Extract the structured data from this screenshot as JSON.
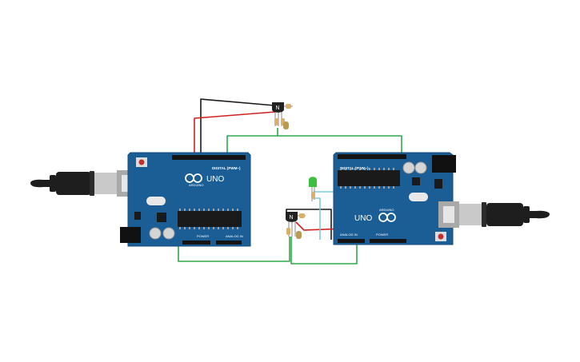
{
  "board_left": {
    "brand": "UNO",
    "model": "ARDUINO",
    "header_digital": "DIGITAL (PWM~)",
    "header_power": "POWER",
    "header_analog": "ANALOG IN"
  },
  "board_right": {
    "brand": "UNO",
    "model": "ARDUINO",
    "header_digital": "DIGITAL (PWM~)",
    "header_power": "POWER",
    "header_analog": "ANALOG IN"
  },
  "sensor_top": {
    "label": "N"
  },
  "sensor_bottom": {
    "label": "N"
  },
  "colors": {
    "board": "#1b5e96",
    "board_edge": "#134a78",
    "wire_black": "#1a1a1a",
    "wire_red": "#d32020",
    "wire_green": "#2ea84a",
    "wire_blue": "#7ec8e3",
    "usb_plug": "#1e1e1e",
    "usb_metal": "#c9c9c9",
    "led_green": "#3fbf3f"
  }
}
